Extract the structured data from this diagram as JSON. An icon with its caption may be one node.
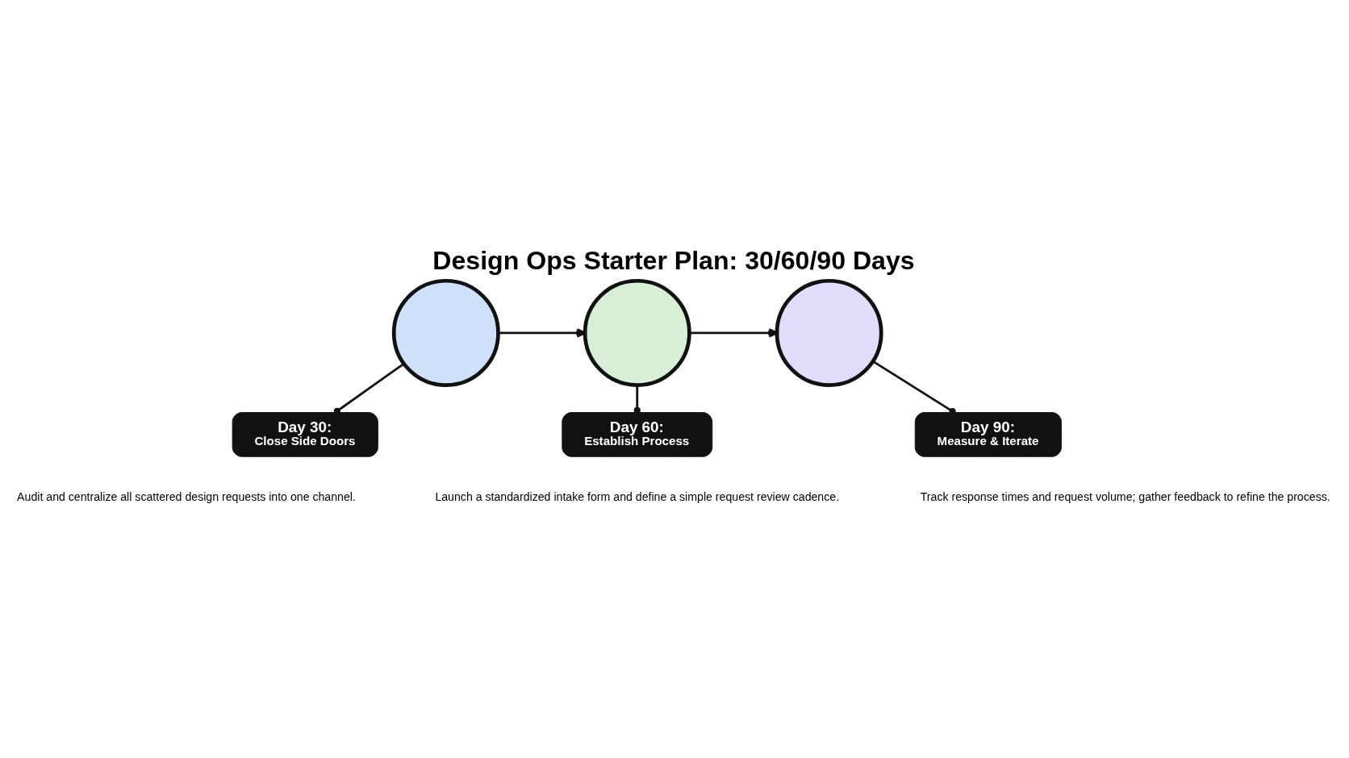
{
  "diagram": {
    "title": "Design Ops Starter Plan: 30/60/90 Days",
    "nodes": [
      {
        "text": [],
        "shape": "circle"
      },
      {
        "text": [],
        "shape": "circle"
      },
      {
        "text": [],
        "shape": "circle"
      },
      {
        "text": [
          "Day 30:",
          "Close Side Doors"
        ],
        "beside": [
          "Audit and centralize all scattered design requests into one channel."
        ]
      },
      {
        "text": [
          "Day 60:",
          "Establish Process"
        ],
        "beside": [
          "Launch a standardized intake form and define a simple request review cadence."
        ]
      },
      {
        "text": [
          "Day 90:",
          "Measure & Iterate"
        ],
        "beside": [
          "Track response times and request volume; gather feedback to refine the process."
        ]
      }
    ],
    "edges": [
      {
        "from": 0,
        "to": 1,
        "arrow": "to"
      },
      {
        "from": 1,
        "to": 2,
        "arrow": "to"
      },
      {
        "from": 0,
        "to": 3,
        "arrow": "other"
      },
      {
        "from": 1,
        "to": 4,
        "arrow": "other"
      },
      {
        "from": 2,
        "to": 5,
        "arrow": "other"
      }
    ]
  }
}
